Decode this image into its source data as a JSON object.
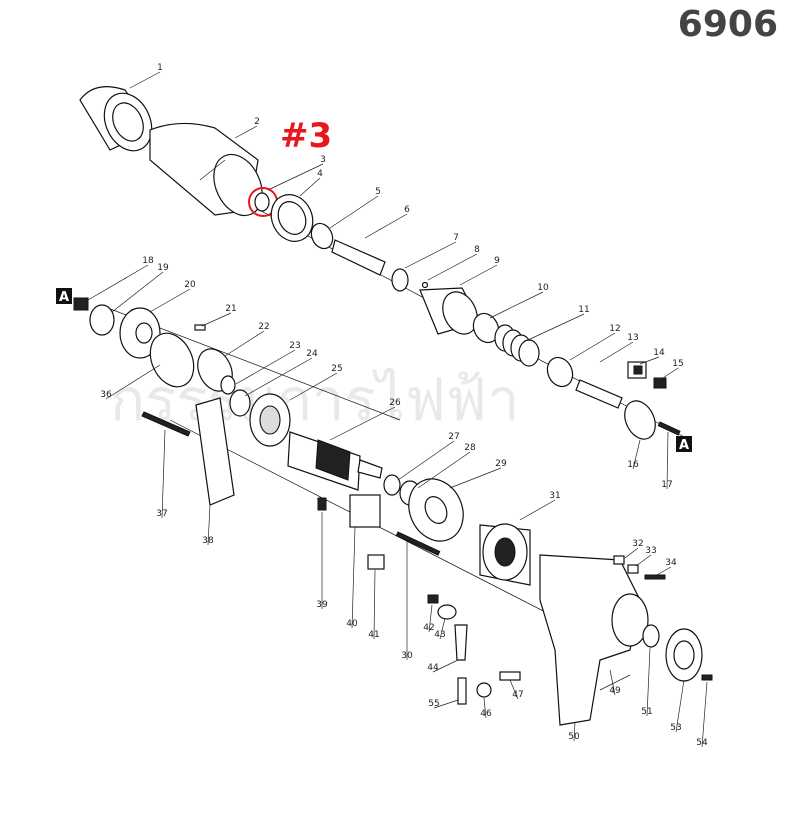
{
  "model_number": "6906",
  "highlight_label": "#3",
  "highlight_color": "#e8171c",
  "watermark": "กรรรมการไฟฟ้า",
  "section_marker": "A",
  "part_numbers": [
    "1",
    "2",
    "3",
    "4",
    "5",
    "6",
    "7",
    "8",
    "9",
    "10",
    "11",
    "12",
    "13",
    "14",
    "15",
    "16",
    "17",
    "18",
    "19",
    "20",
    "21",
    "22",
    "23",
    "24",
    "25",
    "26",
    "27",
    "28",
    "29",
    "30",
    "31",
    "32",
    "33",
    "34",
    "36",
    "37",
    "38",
    "39",
    "40",
    "41",
    "42",
    "43",
    "44",
    "46",
    "47",
    "49",
    "50",
    "51",
    "53",
    "54",
    "55"
  ]
}
